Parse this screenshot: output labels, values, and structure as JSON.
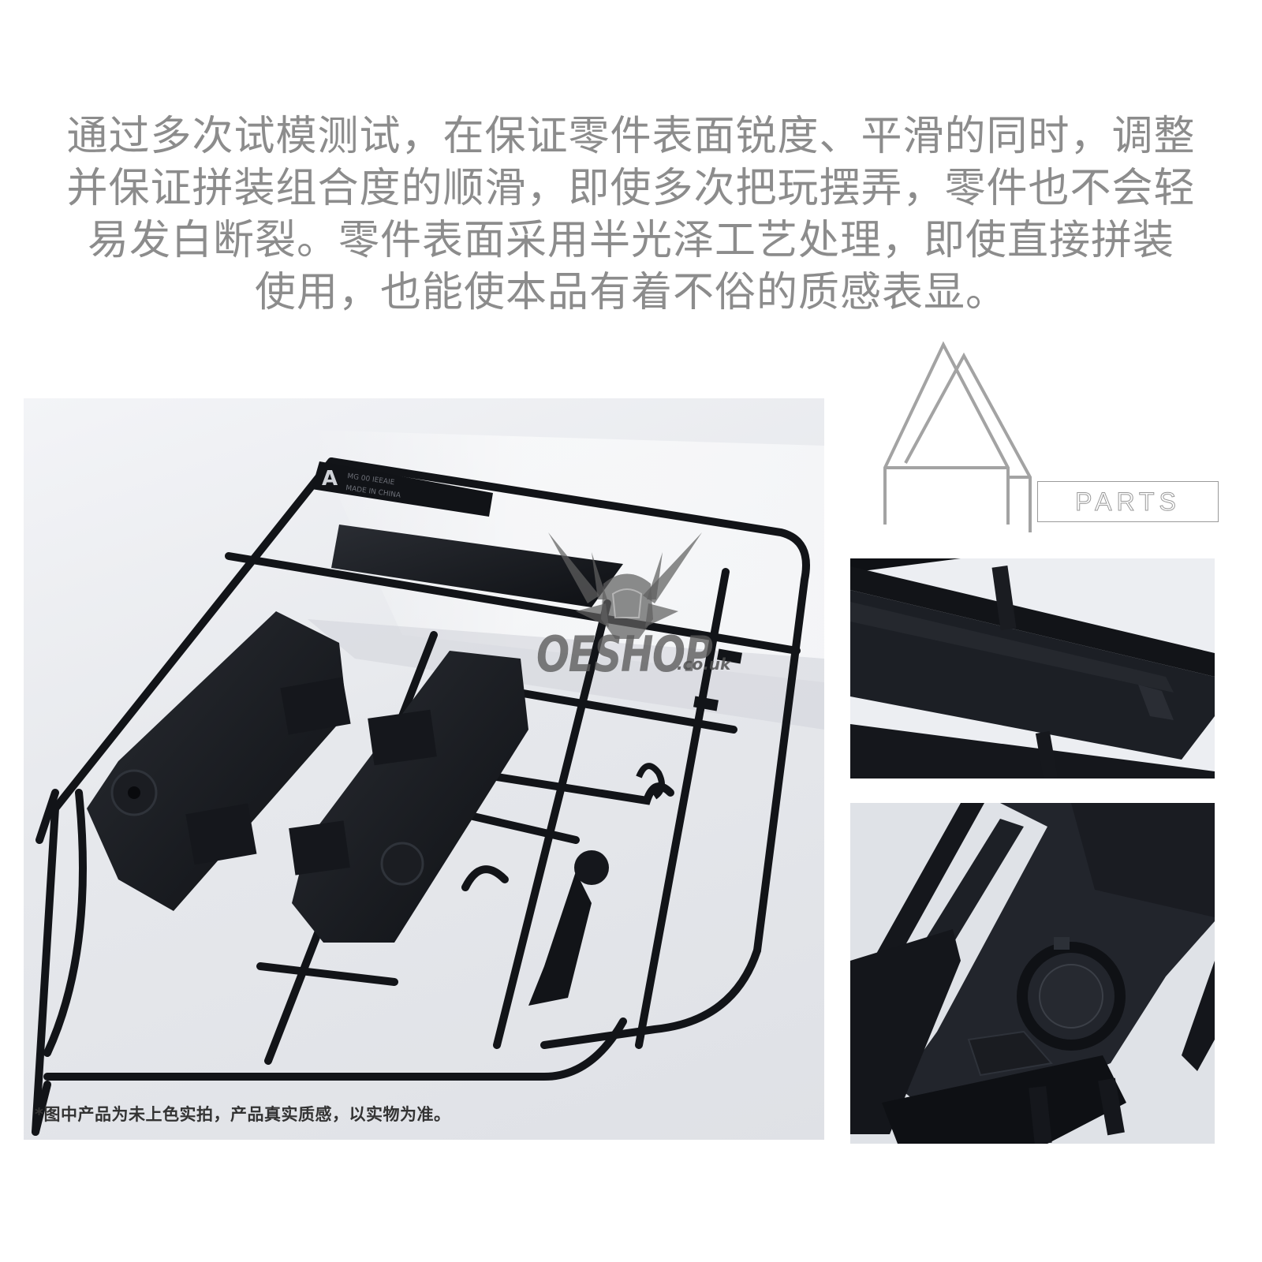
{
  "intro": {
    "lines": [
      "通过多次试模测试，在保证零件表面锐度、平滑的同时，调整",
      "并保证拼装组合度的顺滑，即使多次把玩摆弄，零件也不会轻",
      "易发白断裂。零件表面采用半光泽工艺处理，即使直接拼装",
      "使用，也能使本品有着不俗的质感表显。"
    ],
    "color": "#8c8c8c"
  },
  "section_label": {
    "letter_icon": "outline-letter-a-icon",
    "text": "PARTS",
    "stroke_color": "#9a9a9a"
  },
  "main_photo": {
    "subject": "black plastic model kit runner",
    "runner_tag": {
      "letter": "A",
      "line1": "MG 00 IEEAIE",
      "line2": "MADE IN CHINA"
    },
    "caption": "*图中产品为未上色实拍，产品真实质感，以实物为准。",
    "background_color": "#e6e8ec",
    "part_color": "#15171c"
  },
  "detail_photos": [
    {
      "subject": "close-up of flat panel part on runner"
    },
    {
      "subject": "close-up of armor part with round joint"
    }
  ],
  "watermark": {
    "emblem_icon": "robot-head-emblem-icon",
    "brand": "OESHOP",
    "domain": ".co.uk"
  }
}
